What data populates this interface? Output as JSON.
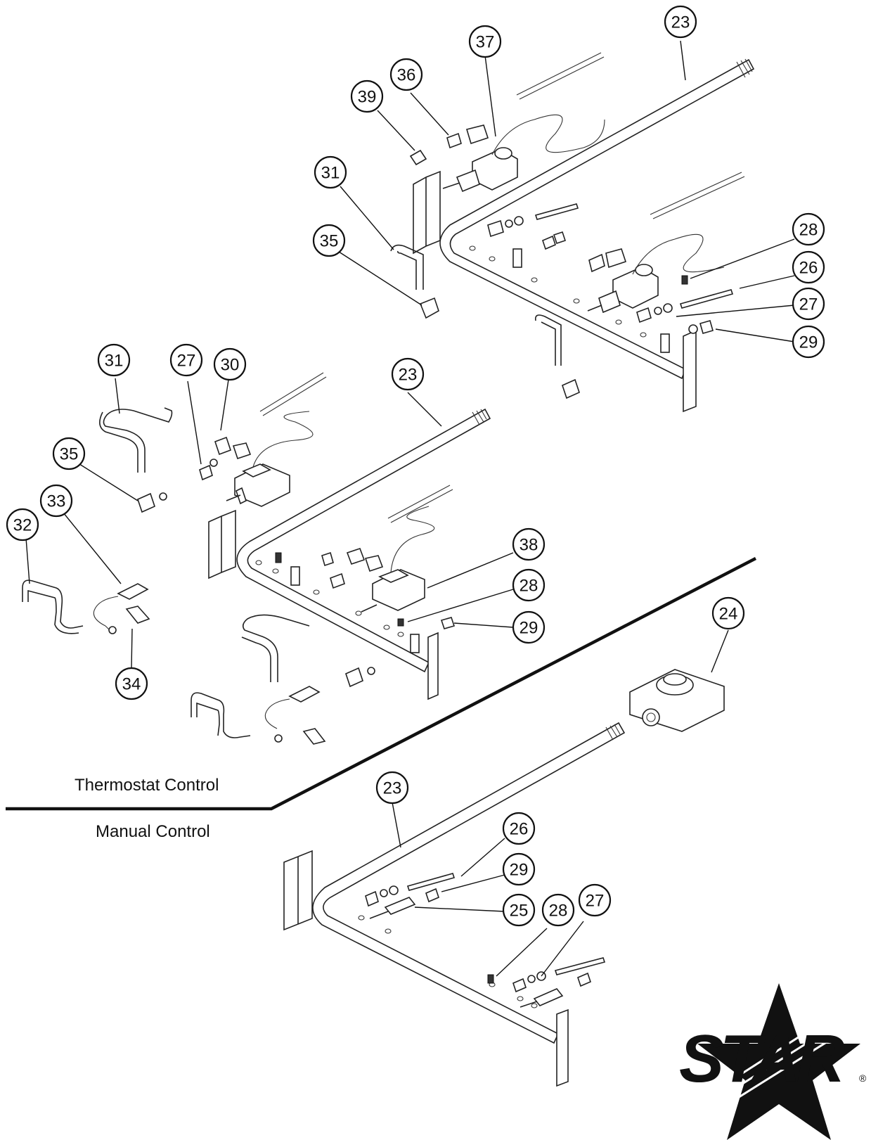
{
  "sections": {
    "thermostat_label": "Thermostat Control",
    "manual_label": "Manual Control"
  },
  "brand": {
    "name": "STAR",
    "registered": "®"
  },
  "callouts": [
    {
      "id": "c23a",
      "label": "23"
    },
    {
      "id": "c37",
      "label": "37"
    },
    {
      "id": "c36",
      "label": "36"
    },
    {
      "id": "c39",
      "label": "39"
    },
    {
      "id": "c31a",
      "label": "31"
    },
    {
      "id": "c35a",
      "label": "35"
    },
    {
      "id": "c28a",
      "label": "28"
    },
    {
      "id": "c26a",
      "label": "26"
    },
    {
      "id": "c27a",
      "label": "27"
    },
    {
      "id": "c29a",
      "label": "29"
    },
    {
      "id": "c31b",
      "label": "31"
    },
    {
      "id": "c27b",
      "label": "27"
    },
    {
      "id": "c30",
      "label": "30"
    },
    {
      "id": "c23b",
      "label": "23"
    },
    {
      "id": "c35b",
      "label": "35"
    },
    {
      "id": "c33",
      "label": "33"
    },
    {
      "id": "c32",
      "label": "32"
    },
    {
      "id": "c38",
      "label": "38"
    },
    {
      "id": "c28b",
      "label": "28"
    },
    {
      "id": "c29b",
      "label": "29"
    },
    {
      "id": "c34",
      "label": "34"
    },
    {
      "id": "c24",
      "label": "24"
    },
    {
      "id": "c23c",
      "label": "23"
    },
    {
      "id": "c26b",
      "label": "26"
    },
    {
      "id": "c29c",
      "label": "29"
    },
    {
      "id": "c25",
      "label": "25"
    },
    {
      "id": "c28c",
      "label": "28"
    },
    {
      "id": "c27c",
      "label": "27"
    }
  ]
}
